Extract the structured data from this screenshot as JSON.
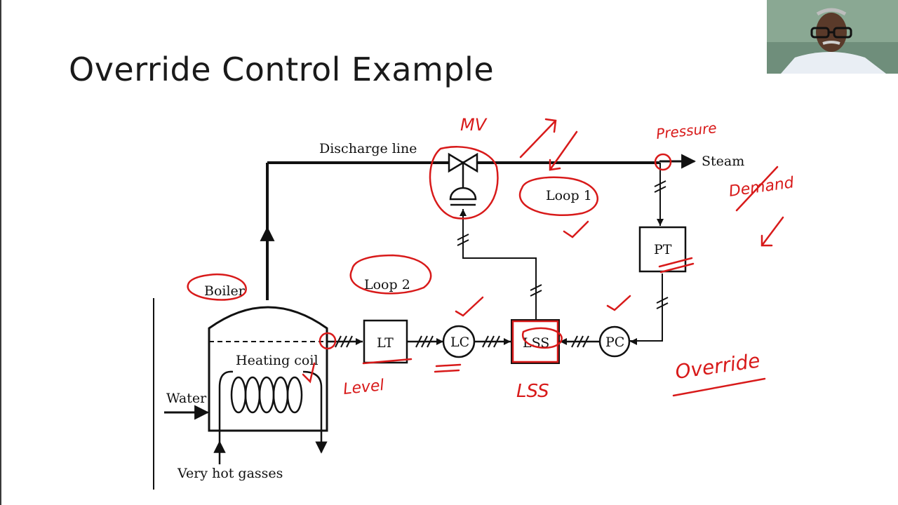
{
  "slide": {
    "title": "Override Control Example"
  },
  "diagram": {
    "labels": {
      "discharge_line": "Discharge line",
      "steam": "Steam",
      "loop1": "Loop 1",
      "loop2": "Loop 2",
      "boiler": "Boiler",
      "heating_coil": "Heating coil",
      "water": "Water",
      "hot_gasses": "Very hot gasses",
      "lt": "LT",
      "lc": "LC",
      "lss": "LSS",
      "pc": "PC",
      "pt": "PT"
    },
    "annotations": {
      "mv": "MV",
      "pressure": "Pressure",
      "demand": "Demand",
      "level": "Level",
      "lss_note": "LSS",
      "override": "Override"
    }
  },
  "colors": {
    "ink": "#d81a1a",
    "line": "#111111"
  }
}
